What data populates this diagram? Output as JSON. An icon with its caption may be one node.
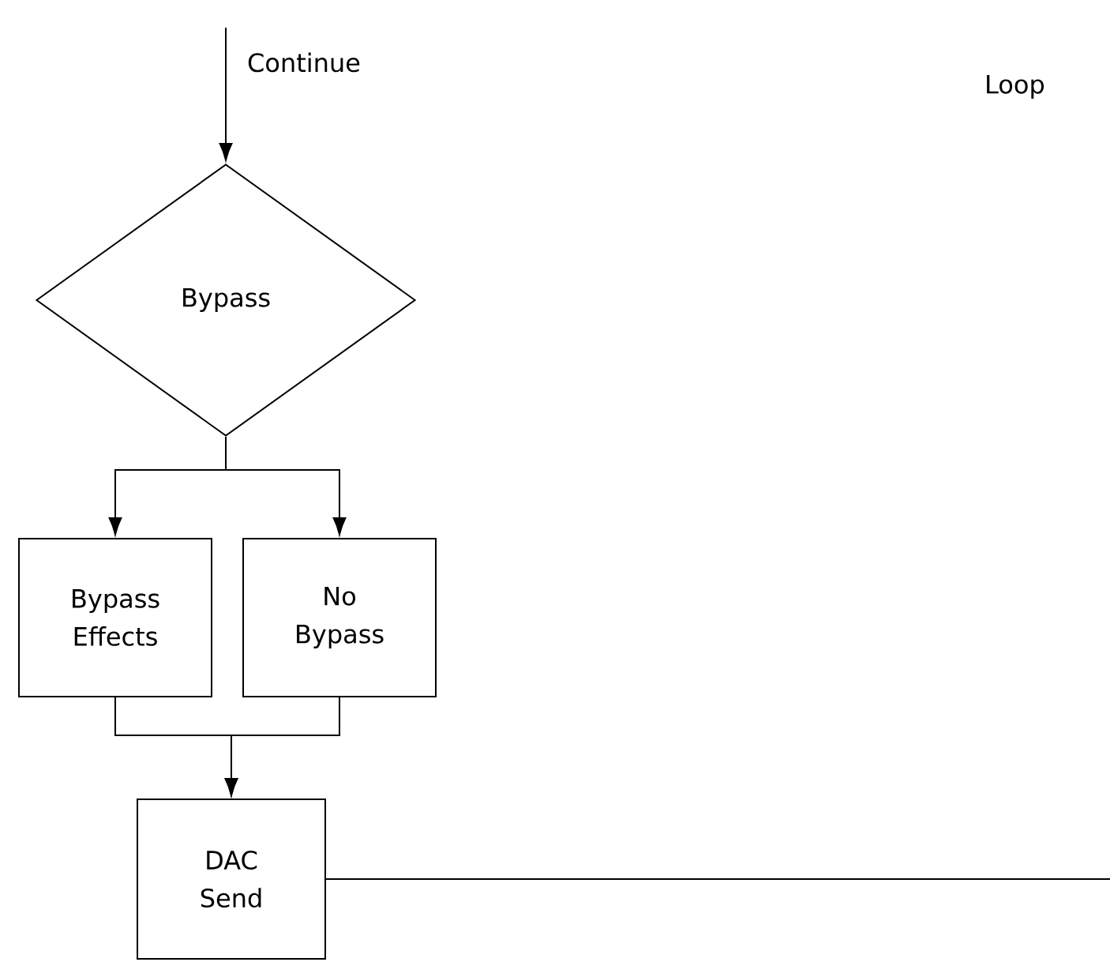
{
  "diagram": {
    "nodes": [
      {
        "text": [
          "Bypass"
        ]
      },
      {
        "text": [
          "Bypass Effects"
        ]
      },
      {
        "text": [
          "No Bypass"
        ]
      },
      {
        "text": [
          "DAC Send"
        ]
      }
    ],
    "edges": [
      {
        "from": null,
        "to": 0,
        "arrow": "to",
        "label": "Continue"
      },
      {
        "from": 0,
        "to": 1,
        "arrow": "to"
      },
      {
        "from": 0,
        "to": 2,
        "arrow": "to"
      },
      {
        "from": 1,
        "to": 3,
        "arrow": "to"
      },
      {
        "from": 2,
        "to": 3,
        "arrow": "to"
      },
      {
        "from": 3,
        "to": null,
        "arrow": "none"
      }
    ],
    "labels": [
      "Loop"
    ]
  }
}
